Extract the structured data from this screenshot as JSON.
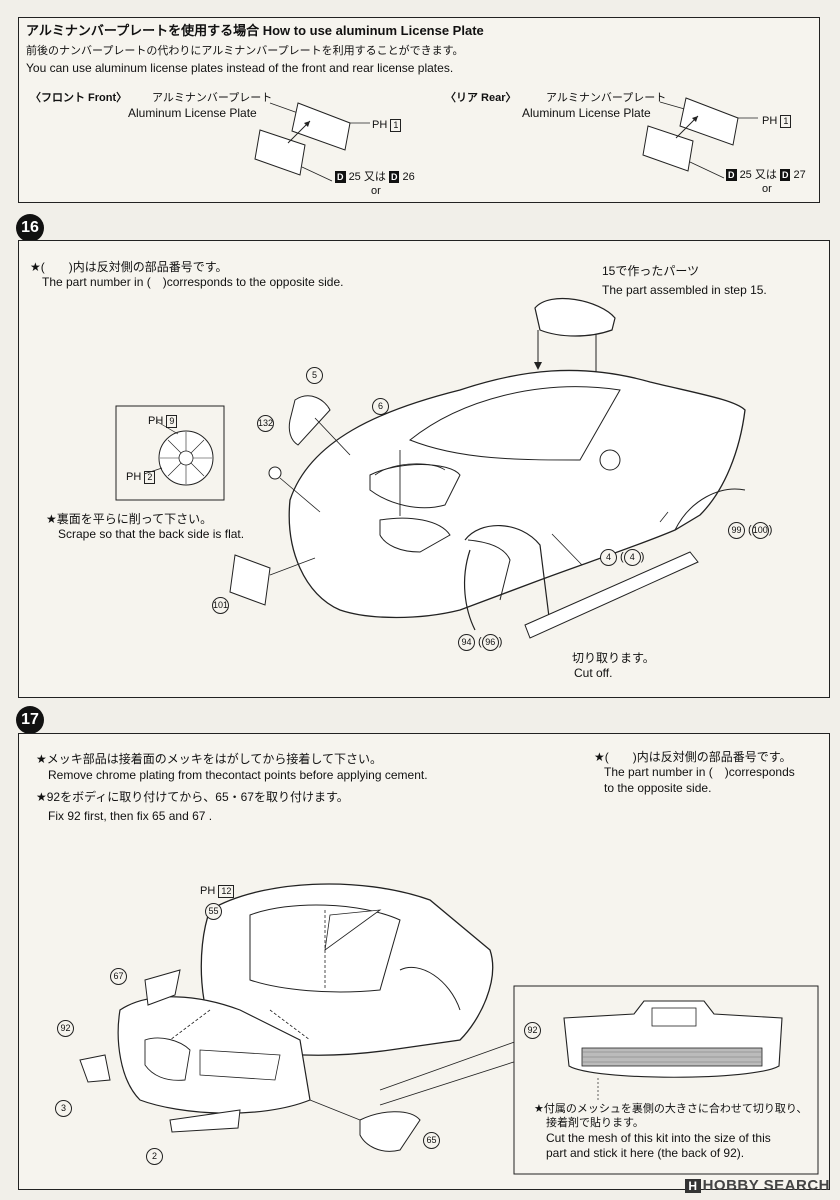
{
  "section_plate": {
    "title": "アルミナンバープレートを使用する場合 How to use aluminum License Plate",
    "note_jp": "前後のナンバープレートの代わりにアルミナンバープレートを利用することができます。",
    "note_en": "You can use aluminum license plates instead of the front and rear license plates.",
    "front": {
      "label": "〈フロント Front〉",
      "part_jp": "アルミナンバープレート",
      "part_en": "Aluminum License Plate",
      "ph": "PH",
      "ph_num": "1",
      "d_prefix": "D",
      "d_a": "25",
      "or_jp": "又は",
      "or_en": "or",
      "d_b": "26"
    },
    "rear": {
      "label": "〈リア Rear〉",
      "part_jp": "アルミナンバープレート",
      "part_en": "Aluminum License Plate",
      "ph": "PH",
      "ph_num": "1",
      "d_prefix": "D",
      "d_a": "25",
      "or_jp": "又は",
      "or_en": "or",
      "d_b": "27"
    }
  },
  "step16": {
    "step": "16",
    "note1_jp": "★(　　)内は反対側の部品番号です。",
    "note1_en": "The part number in (　)corresponds to the opposite side.",
    "note2_jp": "15で作ったパーツ",
    "note2_en": "The part assembled in step 15.",
    "grille_ph_top": "9",
    "grille_ph_bottom": "2",
    "ph": "PH",
    "scrape_jp": "★裏面を平らに削って下さい。",
    "scrape_en": "Scrape so that the back side is flat.",
    "cut_jp": "切り取ります。",
    "cut_en": "Cut off.",
    "parts": {
      "p5": "5",
      "p6": "6",
      "p132": "132",
      "p101": "101",
      "p94": "94",
      "p96": "96",
      "p4a": "4",
      "p4b": "4",
      "p99": "99",
      "p100": "100"
    }
  },
  "step17": {
    "step": "17",
    "note1_jp": "★メッキ部品は接着面のメッキをはがしてから接着して下さい。",
    "note1_en": "Remove chrome plating from thecontact points before applying cement.",
    "note2_jp": "★92をボディに取り付けてから、65・67を取り付けます。",
    "note2_en": "Fix 92 first, then fix 65 and 67 .",
    "note3_jp": "★(　　)内は反対側の部品番号です。",
    "note3_en1": "The part number in (　)corresponds",
    "note3_en2": "to the opposite side.",
    "ph": "PH",
    "ph_num": "12",
    "mesh_jp1": "★付属のメッシュを裏側の大きさに合わせて切り取り、",
    "mesh_jp2": "接着剤で貼ります。",
    "mesh_en1": "Cut the mesh of this kit into the size of this",
    "mesh_en2": "part and stick it here (the back of 92).",
    "parts": {
      "p55": "55",
      "p67": "67",
      "p92": "92",
      "p3": "3",
      "p2": "2",
      "p65": "65",
      "p92_inset": "92"
    }
  },
  "watermark": {
    "badge": "H",
    "text": "HOBBY SEARCH"
  }
}
